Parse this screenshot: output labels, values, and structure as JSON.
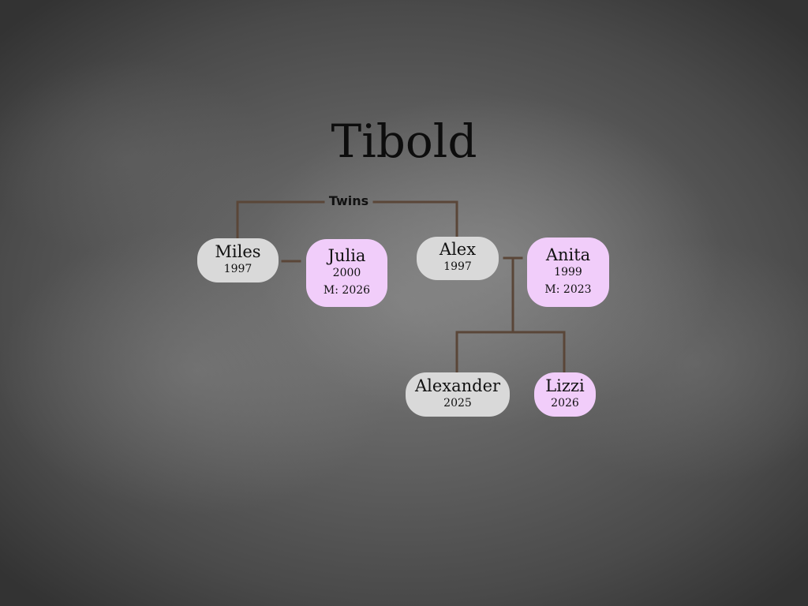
{
  "title": "Tibold",
  "note": "Twins",
  "colors": {
    "line": "#5a4638",
    "male_node": "#d9d9d9",
    "female_node": "#f1cdfa",
    "text": "#111111"
  },
  "people": {
    "miles": {
      "name": "Miles",
      "born": "1997"
    },
    "julia": {
      "name": "Julia",
      "born": "2000",
      "married": "M: 2026"
    },
    "alex": {
      "name": "Alex",
      "born": "1997"
    },
    "anita": {
      "name": "Anita",
      "born": "1999",
      "married": "M: 2023"
    },
    "alexander": {
      "name": "Alexander",
      "born": "2025"
    },
    "lizzi": {
      "name": "Lizzi",
      "born": "2026"
    }
  }
}
